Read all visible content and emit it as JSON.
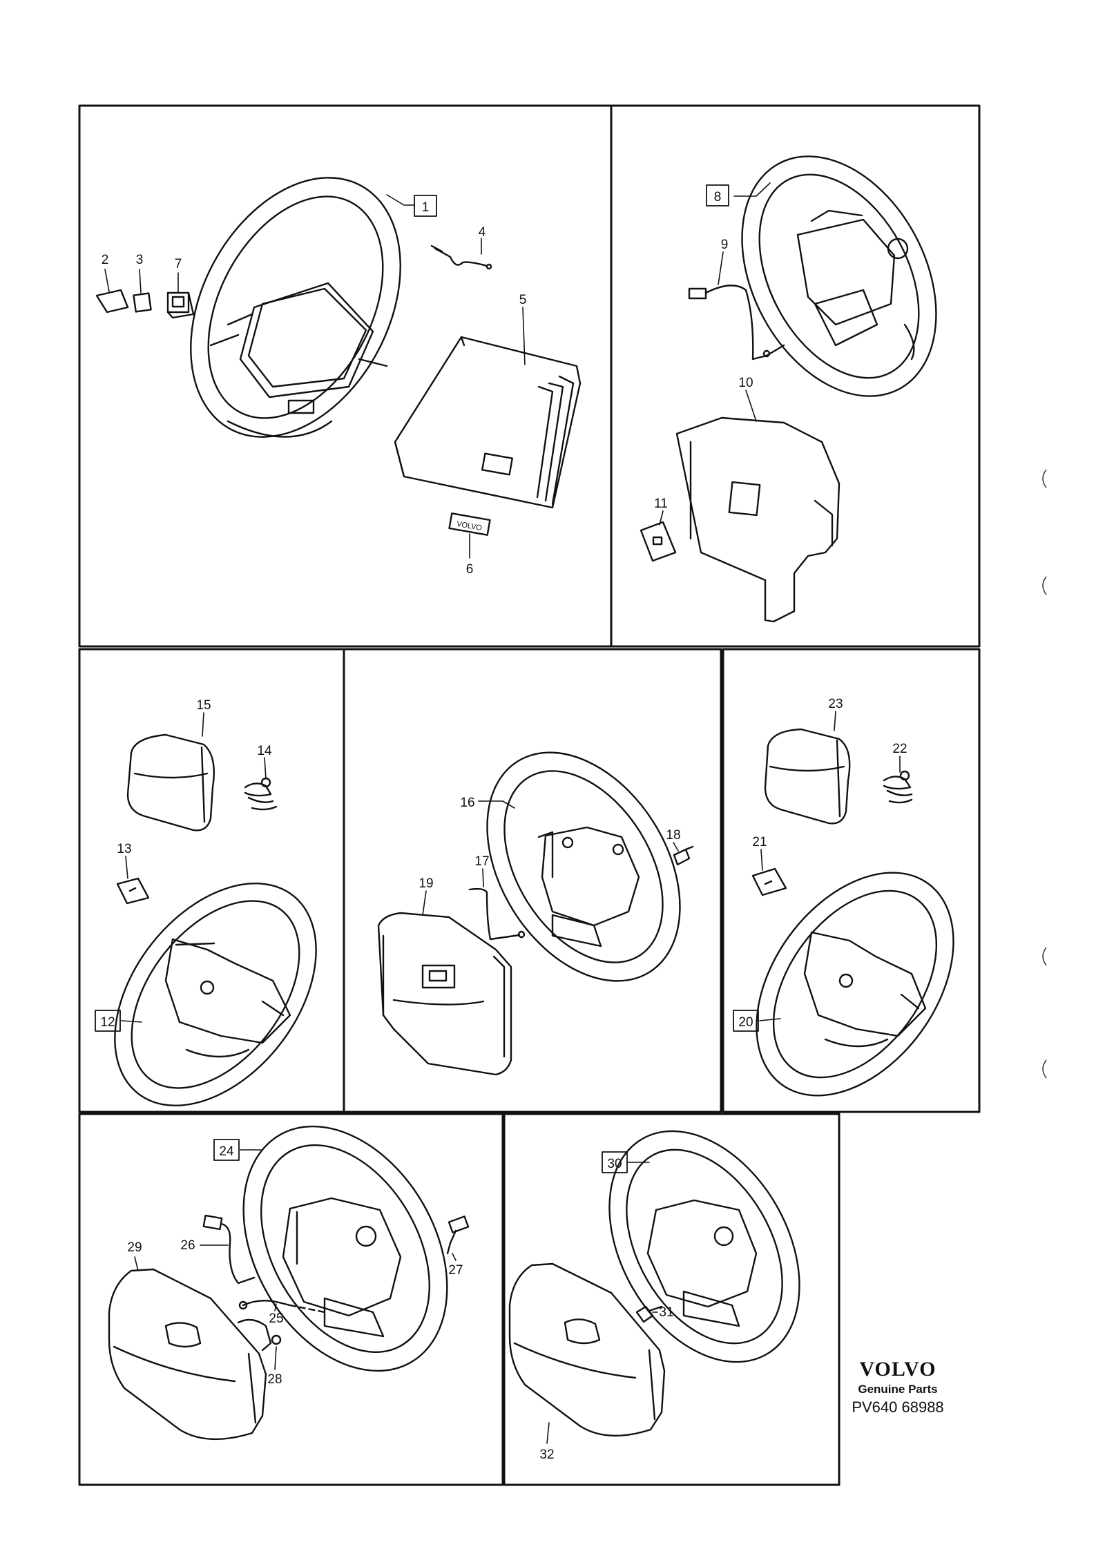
{
  "diagram": {
    "labels": {
      "l1": "1",
      "l2": "2",
      "l3": "3",
      "l4": "4",
      "l5": "5",
      "l6": "6",
      "l7": "7",
      "l8": "8",
      "l9": "9",
      "l10": "10",
      "l11": "11",
      "l12": "12",
      "l13": "13",
      "l14": "14",
      "l15": "15",
      "l16": "16",
      "l17": "17",
      "l18": "18",
      "l19": "19",
      "l20": "20",
      "l21": "21",
      "l22": "22",
      "l23": "23",
      "l24": "24",
      "l25": "25",
      "l26": "26",
      "l27": "27",
      "l28": "28",
      "l29": "29",
      "l30": "30",
      "l31": "31",
      "l32": "32"
    },
    "badge_text": "VOLVO"
  },
  "brand": {
    "name": "VOLVO",
    "subtitle": "Genuine Parts",
    "code": "PV640 68988"
  }
}
